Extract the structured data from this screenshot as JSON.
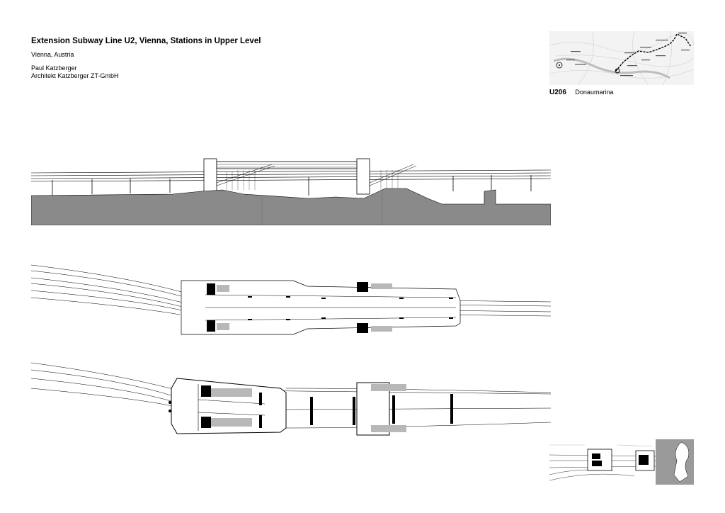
{
  "header": {
    "title": "Extension Subway Line U2, Vienna, Stations in Upper Level",
    "location": "Vienna, Austria",
    "architect": "Paul Katzberger",
    "firm": "Architekt Katzberger ZT-GmbH"
  },
  "station": {
    "code": "U206",
    "name": "Donaumarina"
  },
  "colors": {
    "ground": "#8a8a8a",
    "line": "#000000",
    "hatch": "#b8b8b8",
    "map_bg": "#f2f2f2"
  }
}
